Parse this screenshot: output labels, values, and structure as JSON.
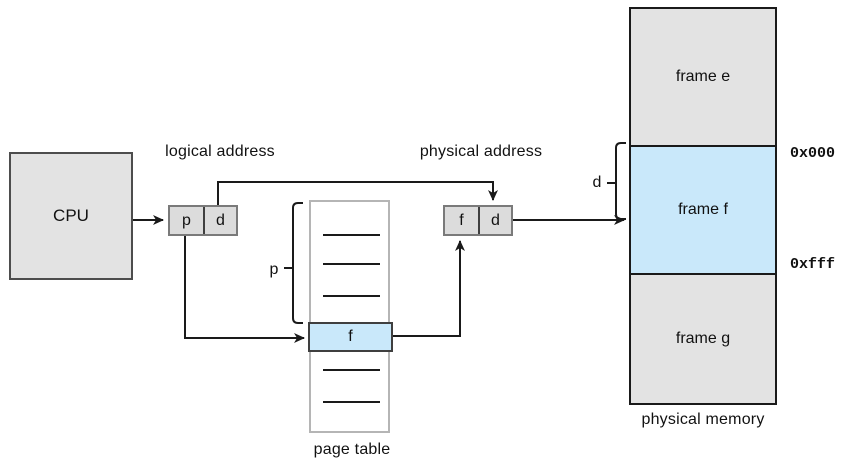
{
  "cpu": {
    "label": "CPU"
  },
  "logical_address": {
    "caption": "logical address",
    "p": "p",
    "d": "d"
  },
  "physical_address": {
    "caption": "physical address",
    "f": "f",
    "d": "d"
  },
  "page_table": {
    "caption": "page table",
    "highlighted_entry": "f",
    "bracket_label": "p"
  },
  "physical_memory": {
    "caption": "physical memory",
    "bracket_label": "d",
    "frames": [
      {
        "label": "frame e",
        "highlighted": false
      },
      {
        "label": "frame f",
        "highlighted": true
      },
      {
        "label": "frame g",
        "highlighted": false
      }
    ],
    "frame_start_address": "0x000",
    "frame_end_address": "0xfff"
  },
  "colors": {
    "highlight_blue": "#c9e8fa",
    "box_gray": "#e3e3e3",
    "cell_gray": "#dcdcdc",
    "line_black": "#1a1a1a"
  }
}
